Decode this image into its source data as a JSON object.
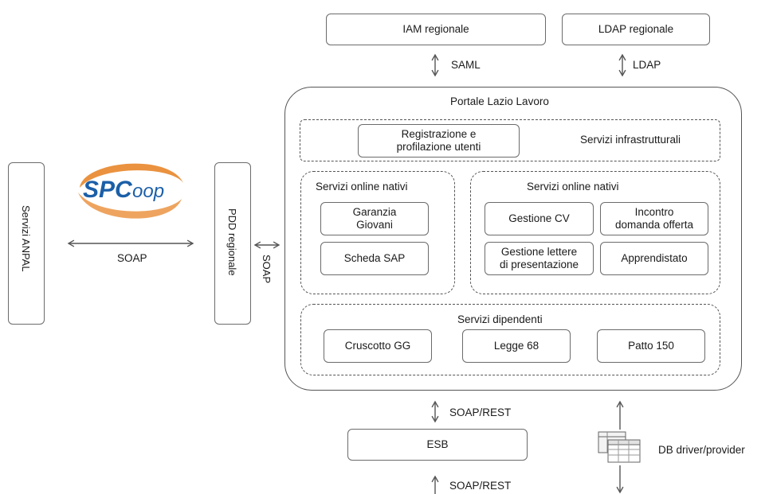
{
  "top": {
    "iam": "IAM regionale",
    "ldap": "LDAP regionale",
    "saml": "SAML",
    "ldap_proto": "LDAP"
  },
  "portal": {
    "title": "Portale Lazio Lavoro",
    "infra": {
      "box": "Registrazione e\nprofilazione utenti",
      "label": "Servizi infrastrutturali"
    },
    "native_left": {
      "title": "Servizi online nativi",
      "items": [
        "Garanzia\nGiovani",
        "Scheda SAP"
      ]
    },
    "native_right": {
      "title": "Servizi online nativi",
      "items": [
        "Gestione CV",
        "Incontro\ndomanda offerta",
        "Gestione lettere\ndi presentazione",
        "Apprendistato"
      ]
    },
    "dependent": {
      "title": "Servizi dipendenti",
      "items": [
        "Cruscotto GG",
        "Legge 68",
        "Patto 150"
      ]
    }
  },
  "left": {
    "anpal": "Servizi ANPAL",
    "logo_text": "SPCoop",
    "soap_left": "SOAP",
    "pdd": "PDD regionale",
    "soap_right": "SOAP"
  },
  "bottom": {
    "soap_rest_top": "SOAP/REST",
    "esb": "ESB",
    "soap_rest_bottom": "SOAP/REST",
    "db": "DB driver/provider"
  },
  "colors": {
    "logo_blue": "#1b5fa8",
    "logo_orange": "#e8862a",
    "stroke": "#555555"
  }
}
